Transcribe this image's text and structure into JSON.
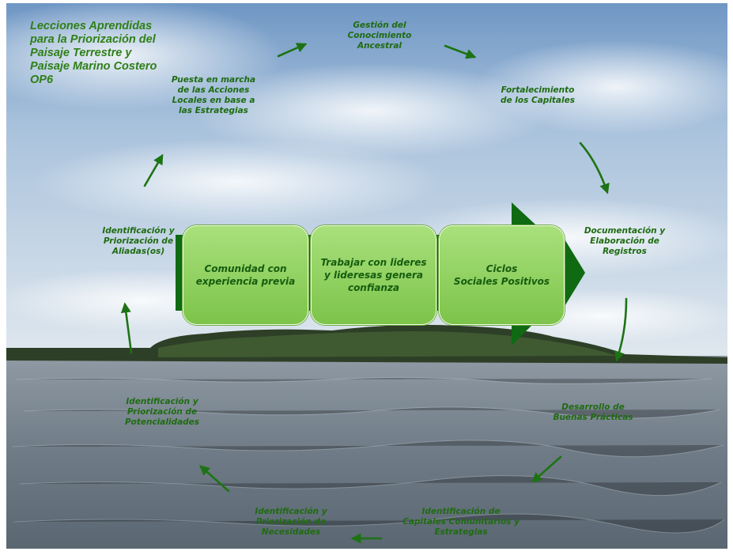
{
  "title": "Lecciones Aprendidas\npara la Priorización del\nPaisaje Terrestre y\nPaisaje Marino Costero\nOP6",
  "cycle": [
    {
      "key": "gestion",
      "text": "Gestión del\nConocimiento\nAncestral"
    },
    {
      "key": "fortalecimiento",
      "text": "Fortalecimiento\nde los Capitales"
    },
    {
      "key": "documentacion",
      "text": "Documentación y\nElaboración de\nRegistros"
    },
    {
      "key": "desarrollo",
      "text": "Desarrollo de\nBuenas Prácticas"
    },
    {
      "key": "capitales",
      "text": "Identificación de\nCapitales Comunitarios y\nEstrategias"
    },
    {
      "key": "necesidades",
      "text": "Identificación y\nPriorización de\nNecesidades"
    },
    {
      "key": "potencialidades",
      "text": "Identificación y\nPriorización de\nPotencialidades"
    },
    {
      "key": "aliadas",
      "text": "Identificación y\nPriorización de\nAliadas(os)"
    },
    {
      "key": "puesta",
      "text": "Puesta en marcha\nde las Acciones\nLocales en base a\nlas Estrategias"
    }
  ],
  "cards": [
    {
      "text": "Comunidad con\nexperiencia previa"
    },
    {
      "text": "Trabajar con lideres\ny lideresas genera\nconfianza"
    },
    {
      "text": "Ciclos\nSociales Positivos"
    }
  ],
  "colors": {
    "title": "#2f7f17",
    "labels": "#1f6b12",
    "arrows": "#1d7314",
    "card": "#9bd46d",
    "chevron": "#0f6a12"
  }
}
